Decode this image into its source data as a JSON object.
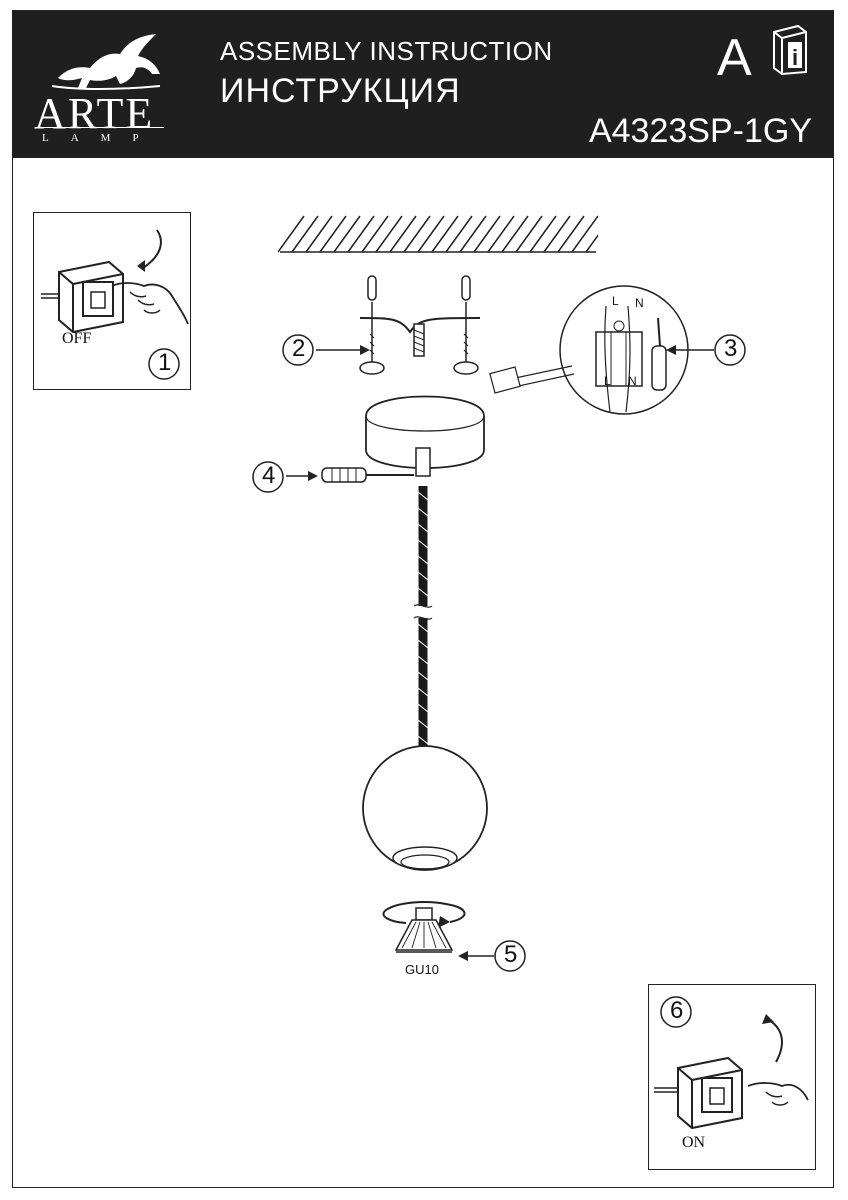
{
  "header": {
    "title_en": "ASSEMBLY INSTRUCTION",
    "title_ru": "ИНСТРУКЦИЯ",
    "brand": "ARTE",
    "brand_sub": "LAMP",
    "language": "A",
    "model": "A4323SP-1GY"
  },
  "steps": {
    "s1": "1",
    "s2": "2",
    "s3": "3",
    "s4": "4",
    "s5": "5",
    "s6": "6"
  },
  "labels": {
    "off": "OFF",
    "on": "ON",
    "live": "L",
    "neutral": "N",
    "bulb": "GU10"
  },
  "icons": [
    "griffin-logo-icon",
    "info-book-icon",
    "light-switch-icon",
    "hand-icon",
    "screwdriver-icon",
    "bulb-icon",
    "rotate-arrow-icon"
  ]
}
